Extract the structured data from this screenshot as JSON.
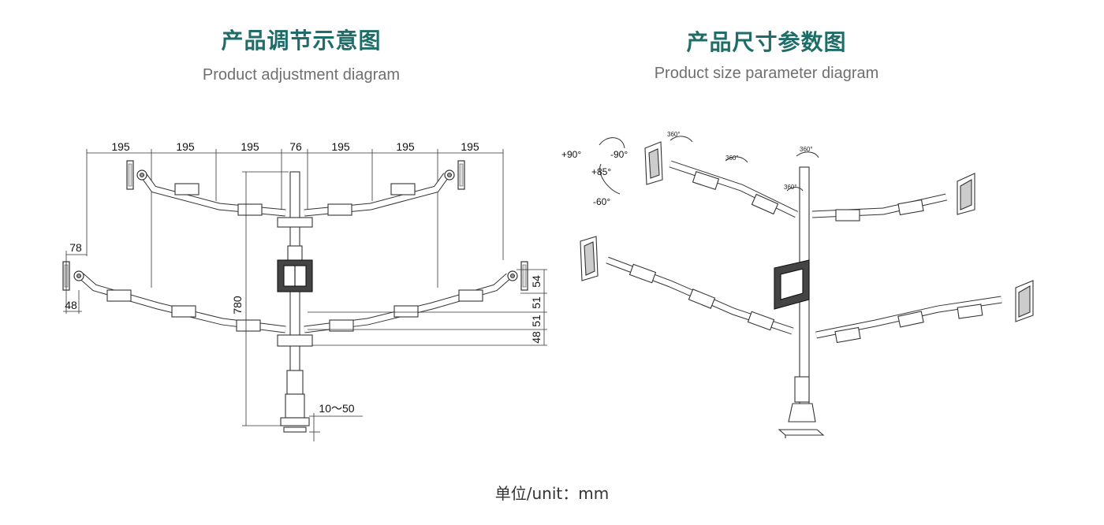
{
  "left": {
    "title_cn": "产品调节示意图",
    "title_en": "Product adjustment diagram",
    "dims": {
      "top_spans": [
        "195",
        "195",
        "195",
        "76",
        "195",
        "195",
        "195"
      ],
      "left_offset": "78",
      "left_small": "48",
      "height": "780",
      "clamp": "10～50",
      "right_stack": [
        "54",
        "51",
        "51",
        "48"
      ]
    }
  },
  "right": {
    "title_cn": "产品尺寸参数图",
    "title_en": "Product size parameter diagram",
    "angles": {
      "plus90": "+90°",
      "minus90": "-90°",
      "plus85": "+85°",
      "minus60": "-60°",
      "rot": [
        "360°",
        "360°",
        "360°",
        "360°"
      ]
    }
  },
  "unit": "单位/unit：mm"
}
